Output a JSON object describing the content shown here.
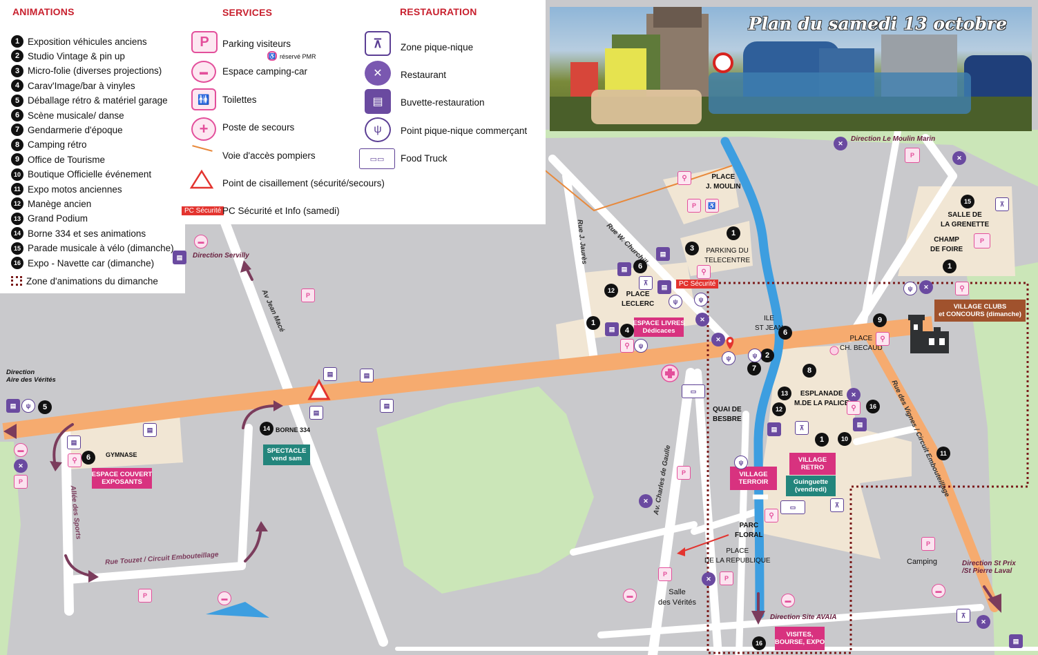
{
  "title": "Plan du samedi 13 octobre",
  "colors": {
    "main_road": "#f6ab6f",
    "river": "#3d9ee0",
    "grass": "#cbe6b8",
    "area": "#f1e6d4",
    "accent_red": "#c8202e",
    "pink": "#e34f9b",
    "purple": "#5b3e94",
    "teal": "#23857c",
    "marker": "#111111"
  },
  "legend": {
    "animations": {
      "heading": "ANIMATIONS",
      "items": [
        {
          "num": "1",
          "label": "Exposition véhicules anciens"
        },
        {
          "num": "2",
          "label": "Studio Vintage & pin up"
        },
        {
          "num": "3",
          "label": "Micro-folie (diverses projections)"
        },
        {
          "num": "4",
          "label": "Carav'Image/bar à vinyles"
        },
        {
          "num": "5",
          "label": "Déballage rétro & matériel garage"
        },
        {
          "num": "6",
          "label": "Scène musicale/ danse"
        },
        {
          "num": "7",
          "label": "Gendarmerie d'époque"
        },
        {
          "num": "8",
          "label": "Camping rétro"
        },
        {
          "num": "9",
          "label": "Office de Tourisme"
        },
        {
          "num": "10",
          "label": "Boutique Officielle événement"
        },
        {
          "num": "11",
          "label": "Expo motos anciennes"
        },
        {
          "num": "12",
          "label": "Manège ancien"
        },
        {
          "num": "13",
          "label": "Grand Podium"
        },
        {
          "num": "14",
          "label": "Borne 334 et ses animations"
        },
        {
          "num": "15",
          "label": "Parade musicale à vélo (dimanche)"
        },
        {
          "num": "16",
          "label": "Expo - Navette car (dimanche)"
        }
      ],
      "zone_label": "Zone d'animations du dimanche"
    },
    "services": {
      "heading": "SERVICES",
      "items": [
        {
          "icon": "parking-icon",
          "label": "Parking visiteurs"
        },
        {
          "icon": "camping-car-icon",
          "label": "Espace camping-car"
        },
        {
          "icon": "toilets-icon",
          "label": "Toilettes"
        },
        {
          "icon": "first-aid-icon",
          "label": "Poste de secours"
        },
        {
          "icon": "fire-access-line-icon",
          "label": "Voie d'accès pompiers"
        },
        {
          "icon": "warning-triangle-icon",
          "label": "Point de cisaillement (sécurité/secours)"
        },
        {
          "icon": "pc-badge",
          "label": "PC Sécurité et Info (samedi)"
        }
      ],
      "pmr_label": "réservé PMR",
      "pc_badge": "PC Sécurité"
    },
    "restauration": {
      "heading": "RESTAURATION",
      "items": [
        {
          "icon": "picnic-table-icon",
          "label": "Zone pique-nique"
        },
        {
          "icon": "restaurant-icon",
          "label": "Restaurant"
        },
        {
          "icon": "snack-bar-icon",
          "label": "Buvette-restauration"
        },
        {
          "icon": "cutlery-icon",
          "label": "Point pique-nique commerçant"
        },
        {
          "icon": "food-truck-icon",
          "label": "Food Truck"
        }
      ]
    }
  },
  "map": {
    "places": {
      "jmoulin": "PLACE\nJ. MOULIN",
      "telecentre": "PARKING DU\nTELECENTRE",
      "leclerc": "PLACE\nLECLERC",
      "grenette": "SALLE DE\nLA GRENETTE",
      "champ": "CHAMP\nDE FOIRE",
      "ilestjean": "ILE\nST JEAN",
      "becaud": "PLACE\nCH. BECAUD",
      "esplanade": "ESPLANADE\nM.DE LA PALICE",
      "quai": "QUAI DE\nBESBRE",
      "parcfloral": "PARC\nFLORAL",
      "republique": "PLACE\nDE LA REPUBLIQUE",
      "camping": "Camping",
      "salle": "Salle\ndes Vérités",
      "gymnase": "GYMNASE",
      "borne": "BORNE 334"
    },
    "streets": {
      "moulin_marin": "Direction Le Moulin Marin",
      "servilly": "Direction Servilly",
      "aire": "Direction\nAire des Vérités",
      "jeanmace": "Av Jean Macé",
      "jaures": "Rue J. Jaurès",
      "churchill": "Rue W. Churchill",
      "charles": "Av. Charles de Gaulle",
      "vignes": "Rue des Vignes / Circuit Embouteillage",
      "touzet": "Rue Touzet / Circuit Embouteillage",
      "sports": "Allée des Sports",
      "avaia": "Direction Site AVAIA",
      "stprix": "Direction St Prix\n/St Pierre Laval"
    },
    "banners": {
      "livres": "ESPACE LIVRES\nDédicaces",
      "couvert": "ESPACE COUVERT\nEXPOSANTS",
      "spectacle": "SPECTACLE\nvend sam",
      "terroir": "VILLAGE\nTERROIR",
      "retro": "VILLAGE\nRETRO",
      "guinguette": "Guinguette\n(vendredi)",
      "clubs": "VILLAGE CLUBS\net CONCOURS (dimanche)",
      "visites": "VISITES,\nBOURSE, EXPO"
    },
    "pc_badges": [
      "PC Sécurité"
    ]
  }
}
